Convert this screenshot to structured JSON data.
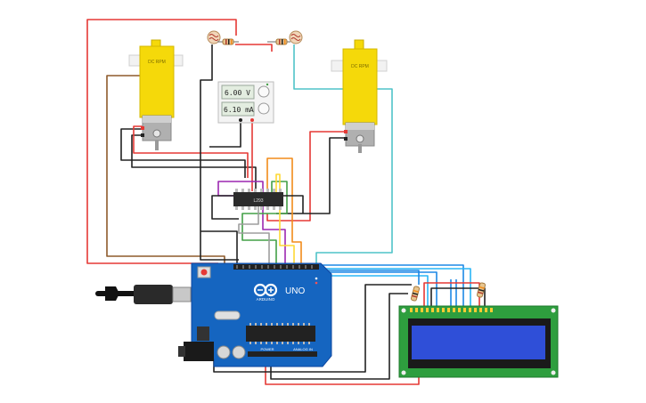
{
  "motors": [
    {
      "label": "DC RPM"
    },
    {
      "label": "DC RPM"
    }
  ],
  "power_supply": {
    "voltage": "6.00 V",
    "current": "6.10 mA"
  },
  "driver_chip": {
    "label": "L293"
  },
  "arduino": {
    "brand": "ARDUINO",
    "model": "UNO",
    "power_label": "POWER",
    "analog_label": "ANALOG IN"
  },
  "colors": {
    "motor_yellow": "#f5d90a",
    "arduino_blue": "#1565c0",
    "lcd_green": "#2e9e3e",
    "lcd_screen": "#2f4fd8",
    "wire_red": "#e53935",
    "wire_black": "#222222",
    "wire_teal": "#4fc3c8",
    "wire_brown": "#8d5a2b",
    "wire_orange": "#f28c1a",
    "wire_purple": "#9c27b0",
    "wire_green": "#43a047",
    "wire_blue": "#1e88e5",
    "wire_gray": "#9e9e9e"
  },
  "components": [
    "gear-motor-left",
    "gear-motor-right",
    "photoresistor-left",
    "photoresistor-right",
    "resistor",
    "power-supply",
    "motor-driver-ic",
    "arduino-uno",
    "usb-connector",
    "lcd-16x2",
    "potentiometer-resistors"
  ]
}
